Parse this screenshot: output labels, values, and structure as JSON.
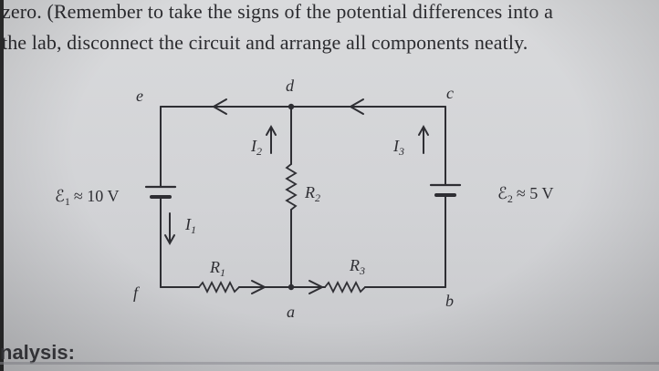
{
  "text": {
    "line1": "zero. (Remember to take the signs of the potential differences into a",
    "line2": "the lab, disconnect the circuit and arrange all components neatly.",
    "heading": "nalysis:"
  },
  "circuit": {
    "nodes": {
      "a": "a",
      "b": "b",
      "c": "c",
      "d": "d",
      "e": "e",
      "f": "f"
    },
    "sources": [
      {
        "symbol": "ℰ",
        "sub": "1",
        "approx": "≈ 10 V"
      },
      {
        "symbol": "ℰ",
        "sub": "2",
        "approx": "≈ 5 V"
      }
    ],
    "resistors": [
      {
        "name": "R",
        "sub": "1"
      },
      {
        "name": "R",
        "sub": "2"
      },
      {
        "name": "R",
        "sub": "3"
      }
    ],
    "currents": [
      {
        "name": "I",
        "sub": "1"
      },
      {
        "name": "I",
        "sub": "2"
      },
      {
        "name": "I",
        "sub": "3"
      }
    ]
  },
  "colors": {
    "ink": "#2e2e33",
    "paper": "#d4d5d8"
  }
}
